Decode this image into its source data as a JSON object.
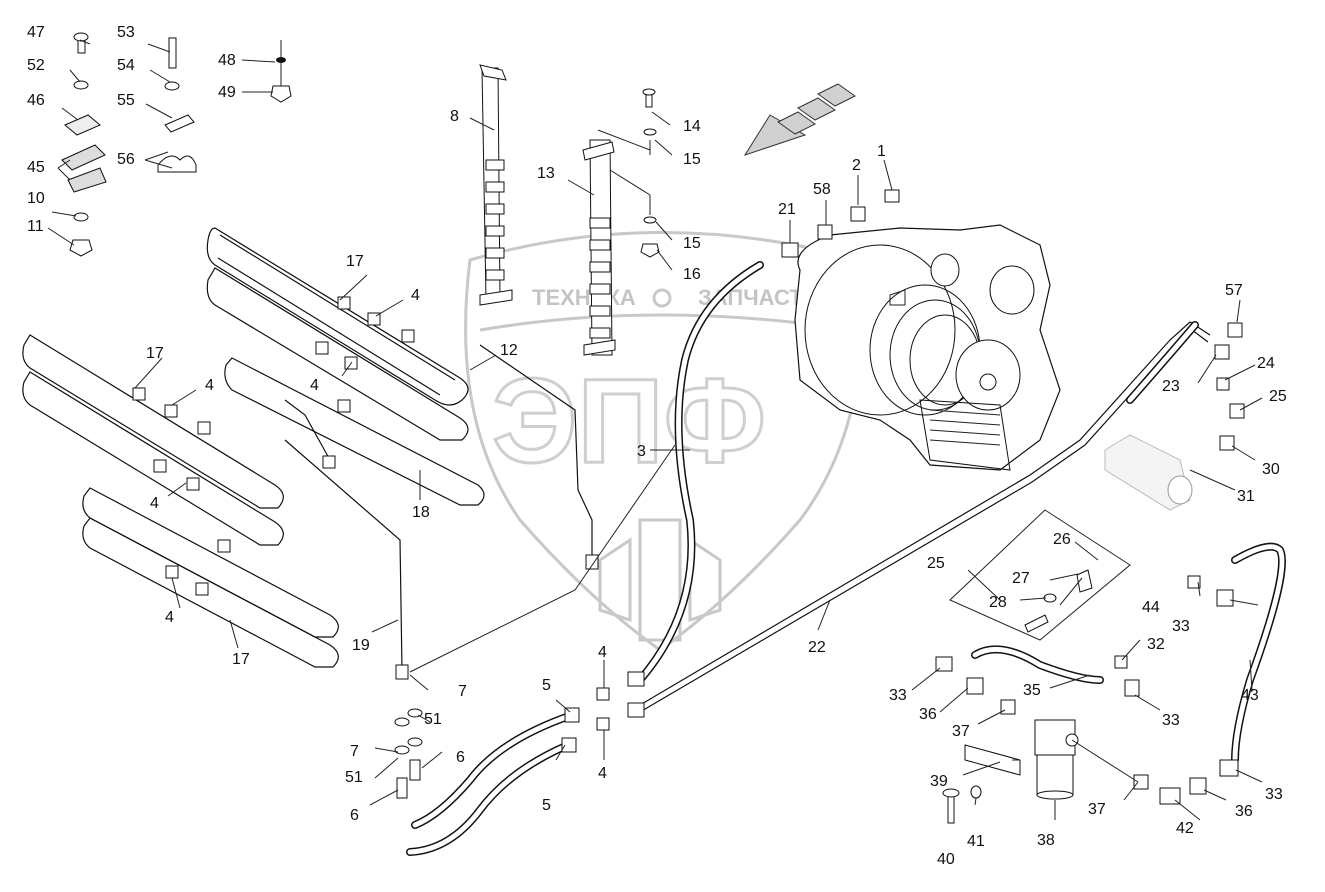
{
  "watermark": {
    "company": "ТЕХНИКА",
    "company2": "ЗАПЧАСТИ",
    "mark": "ЭПФ"
  },
  "callouts": [
    {
      "id": "c1",
      "text": "1"
    },
    {
      "id": "c2",
      "text": "2"
    },
    {
      "id": "c3",
      "text": "3"
    },
    {
      "id": "c4a",
      "text": "4"
    },
    {
      "id": "c4b",
      "text": "4"
    },
    {
      "id": "c4c",
      "text": "4"
    },
    {
      "id": "c4d",
      "text": "4"
    },
    {
      "id": "c4e",
      "text": "4"
    },
    {
      "id": "c4f",
      "text": "4"
    },
    {
      "id": "c4g",
      "text": "4"
    },
    {
      "id": "c5a",
      "text": "5"
    },
    {
      "id": "c5b",
      "text": "5"
    },
    {
      "id": "c6a",
      "text": "6"
    },
    {
      "id": "c6b",
      "text": "6"
    },
    {
      "id": "c7a",
      "text": "7"
    },
    {
      "id": "c7b",
      "text": "7"
    },
    {
      "id": "c8",
      "text": "8"
    },
    {
      "id": "c10",
      "text": "10"
    },
    {
      "id": "c11",
      "text": "11"
    },
    {
      "id": "c12",
      "text": "12"
    },
    {
      "id": "c13",
      "text": "13"
    },
    {
      "id": "c14",
      "text": "14"
    },
    {
      "id": "c15a",
      "text": "15"
    },
    {
      "id": "c15b",
      "text": "15"
    },
    {
      "id": "c16",
      "text": "16"
    },
    {
      "id": "c17a",
      "text": "17"
    },
    {
      "id": "c17b",
      "text": "17"
    },
    {
      "id": "c17c",
      "text": "17"
    },
    {
      "id": "c18",
      "text": "18"
    },
    {
      "id": "c19",
      "text": "19"
    },
    {
      "id": "c21",
      "text": "21"
    },
    {
      "id": "c22",
      "text": "22"
    },
    {
      "id": "c23",
      "text": "23"
    },
    {
      "id": "c24",
      "text": "24"
    },
    {
      "id": "c25a",
      "text": "25"
    },
    {
      "id": "c25b",
      "text": "25"
    },
    {
      "id": "c26",
      "text": "26"
    },
    {
      "id": "c27",
      "text": "27"
    },
    {
      "id": "c28",
      "text": "28"
    },
    {
      "id": "c30",
      "text": "30"
    },
    {
      "id": "c31",
      "text": "31"
    },
    {
      "id": "c32",
      "text": "32"
    },
    {
      "id": "c33a",
      "text": "33"
    },
    {
      "id": "c33b",
      "text": "33"
    },
    {
      "id": "c33c",
      "text": "33"
    },
    {
      "id": "c33d",
      "text": "33"
    },
    {
      "id": "c35",
      "text": "35"
    },
    {
      "id": "c36a",
      "text": "36"
    },
    {
      "id": "c36b",
      "text": "36"
    },
    {
      "id": "c37a",
      "text": "37"
    },
    {
      "id": "c37b",
      "text": "37"
    },
    {
      "id": "c38",
      "text": "38"
    },
    {
      "id": "c39",
      "text": "39"
    },
    {
      "id": "c40",
      "text": "40"
    },
    {
      "id": "c41",
      "text": "41"
    },
    {
      "id": "c42",
      "text": "42"
    },
    {
      "id": "c43",
      "text": "43"
    },
    {
      "id": "c44",
      "text": "44"
    },
    {
      "id": "c45",
      "text": "45"
    },
    {
      "id": "c46",
      "text": "46"
    },
    {
      "id": "c47",
      "text": "47"
    },
    {
      "id": "c48",
      "text": "48"
    },
    {
      "id": "c49",
      "text": "49"
    },
    {
      "id": "c51a",
      "text": "51"
    },
    {
      "id": "c51b",
      "text": "51"
    },
    {
      "id": "c52",
      "text": "52"
    },
    {
      "id": "c53",
      "text": "53"
    },
    {
      "id": "c54",
      "text": "54"
    },
    {
      "id": "c55",
      "text": "55"
    },
    {
      "id": "c56",
      "text": "56"
    },
    {
      "id": "c57",
      "text": "57"
    },
    {
      "id": "c58",
      "text": "58"
    }
  ]
}
